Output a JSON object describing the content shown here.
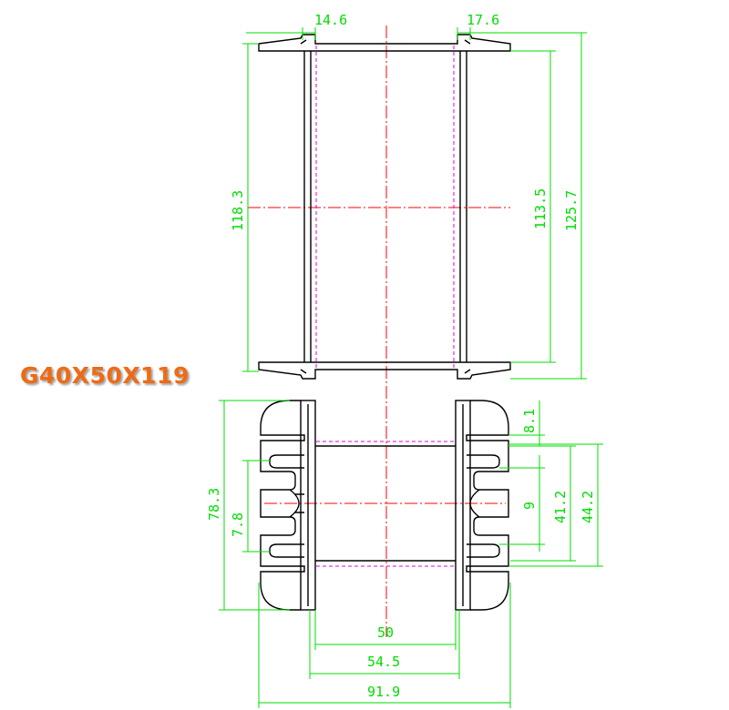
{
  "title": "G40X50X119",
  "colors": {
    "accent": "#f06a14",
    "dimension": "#00dd00",
    "outline": "#000000",
    "centerline": "#ff0000",
    "hidden_line": "#e000e0"
  },
  "dimensions": {
    "top_flange_left": "14.6",
    "top_flange_right": "17.6",
    "overall_height": "118.3",
    "inner_height": "113.5",
    "outer_height": "125.7",
    "base_height": "78.3",
    "fin_spacing": "7.8",
    "top_offset": "8.1",
    "slot_width": "9",
    "inner_span": "41.2",
    "outer_span": "44.2",
    "core_width": "50",
    "mid_width": "54.5",
    "overall_width": "91.9"
  }
}
